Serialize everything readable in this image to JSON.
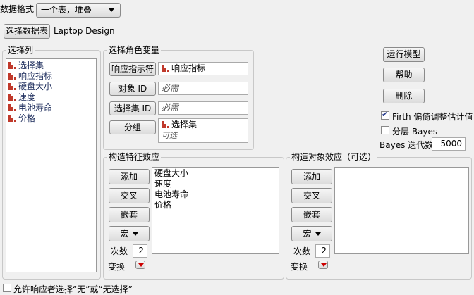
{
  "header": {
    "format_label": "数据格式",
    "format_value": "一个表，堆叠",
    "select_table_button": "选择数据表",
    "table_name": "Laptop Design"
  },
  "columns": {
    "title": "选择列",
    "items": [
      "选择集",
      "响应指标",
      "硬盘大小",
      "速度",
      "电池寿命",
      "价格"
    ]
  },
  "roles": {
    "title": "选择角色变量",
    "response": {
      "button": "响应指示符",
      "value": "响应指标"
    },
    "subject": {
      "button": "对象 ID",
      "placeholder": "必需"
    },
    "choice_set": {
      "button": "选择集 ID",
      "placeholder": "必需"
    },
    "grouping": {
      "button": "分组",
      "value": "选择集",
      "placeholder": "可选"
    }
  },
  "feature_effects": {
    "title": "构造特征效应",
    "add": "添加",
    "cross": "交叉",
    "nest": "嵌套",
    "macro": "宏",
    "degree_label": "次数",
    "degree": "2",
    "transform_label": "变换",
    "items": [
      "硬盘大小",
      "速度",
      "电池寿命",
      "价格"
    ]
  },
  "subject_effects": {
    "title": "构造对象效应（可选）",
    "add": "添加",
    "cross": "交叉",
    "nest": "嵌套",
    "macro": "宏",
    "degree_label": "次数",
    "degree": "2",
    "transform_label": "变换"
  },
  "actions": {
    "run": "运行模型",
    "help": "帮助",
    "remove": "删除",
    "firth_label": "Firth 偏倚调整估计值",
    "firth_checked": true,
    "bayes_label": "分层 Bayes",
    "bayes_checked": false,
    "iterations_label": "Bayes 迭代数",
    "iterations": "5000"
  },
  "footer": {
    "allow_none_label": "允许响应者选择“无”或“无选择”"
  }
}
